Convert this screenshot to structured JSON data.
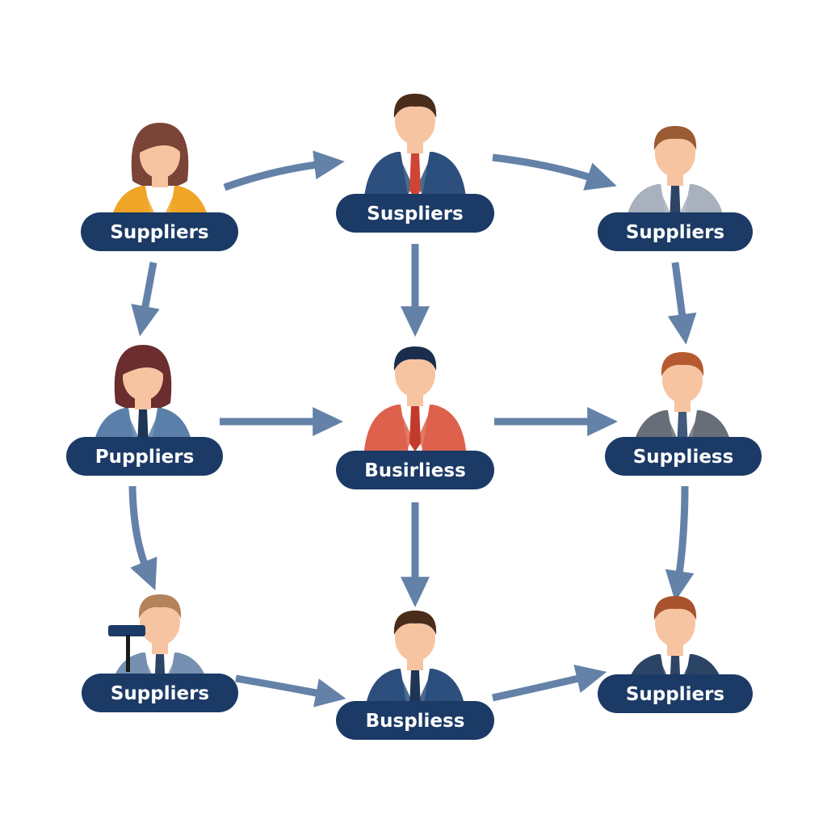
{
  "colors": {
    "background": "#ffffff",
    "pill": "#1b3a66",
    "arrow": "#6482a8",
    "skin": "#f7c4a1"
  },
  "nodes": [
    {
      "id": "top-left",
      "label": "Suppliers",
      "person": "woman",
      "suit": "#f1a528",
      "hair": "#7a4436"
    },
    {
      "id": "top-center",
      "label": "Suspliers",
      "person": "man",
      "suit": "#2c4f7d",
      "hair": "#4a2c1b",
      "tie": "#cf4535"
    },
    {
      "id": "top-right",
      "label": "Suppliers",
      "person": "man",
      "suit": "#a8b1bd",
      "hair": "#9a5a32",
      "tie": "#2c4466"
    },
    {
      "id": "mid-left",
      "label": "Puppliers",
      "person": "woman",
      "suit": "#5b7fa8",
      "hair": "#6b2d2d",
      "tie": "#1e3555"
    },
    {
      "id": "mid-center",
      "label": "Busirliess",
      "person": "man",
      "suit": "#dd614d",
      "hair": "#1a2d4d",
      "tie": "#c23a2c"
    },
    {
      "id": "mid-right",
      "label": "Suppliess",
      "person": "man",
      "suit": "#686e78",
      "hair": "#b55a30",
      "tie": "#3f5a7a"
    },
    {
      "id": "bottom-left",
      "label": "Suppliers",
      "person": "man-megaphone",
      "suit": "#7590b0",
      "hair": "#b5835a",
      "tie": "#2c4466"
    },
    {
      "id": "bottom-center",
      "label": "Buspliess",
      "person": "man",
      "suit": "#2c4f7d",
      "hair": "#4a2c1b",
      "tie": "#1e3555"
    },
    {
      "id": "bottom-right",
      "label": "Suppliers",
      "person": "man-vest",
      "suit": "#2c4466",
      "hair": "#a8532e",
      "tie": "#2c4466"
    }
  ],
  "arrows": [
    {
      "id": "top-left-to-top-center"
    },
    {
      "id": "top-center-to-top-right"
    },
    {
      "id": "top-left-to-mid-left"
    },
    {
      "id": "top-center-to-mid-center"
    },
    {
      "id": "top-right-to-mid-right"
    },
    {
      "id": "mid-left-to-mid-center"
    },
    {
      "id": "mid-center-to-mid-right"
    },
    {
      "id": "mid-left-to-bottom-left"
    },
    {
      "id": "mid-center-to-bottom-center"
    },
    {
      "id": "mid-right-to-bottom-right"
    },
    {
      "id": "bottom-left-to-bottom-center"
    },
    {
      "id": "bottom-center-to-bottom-right"
    }
  ]
}
